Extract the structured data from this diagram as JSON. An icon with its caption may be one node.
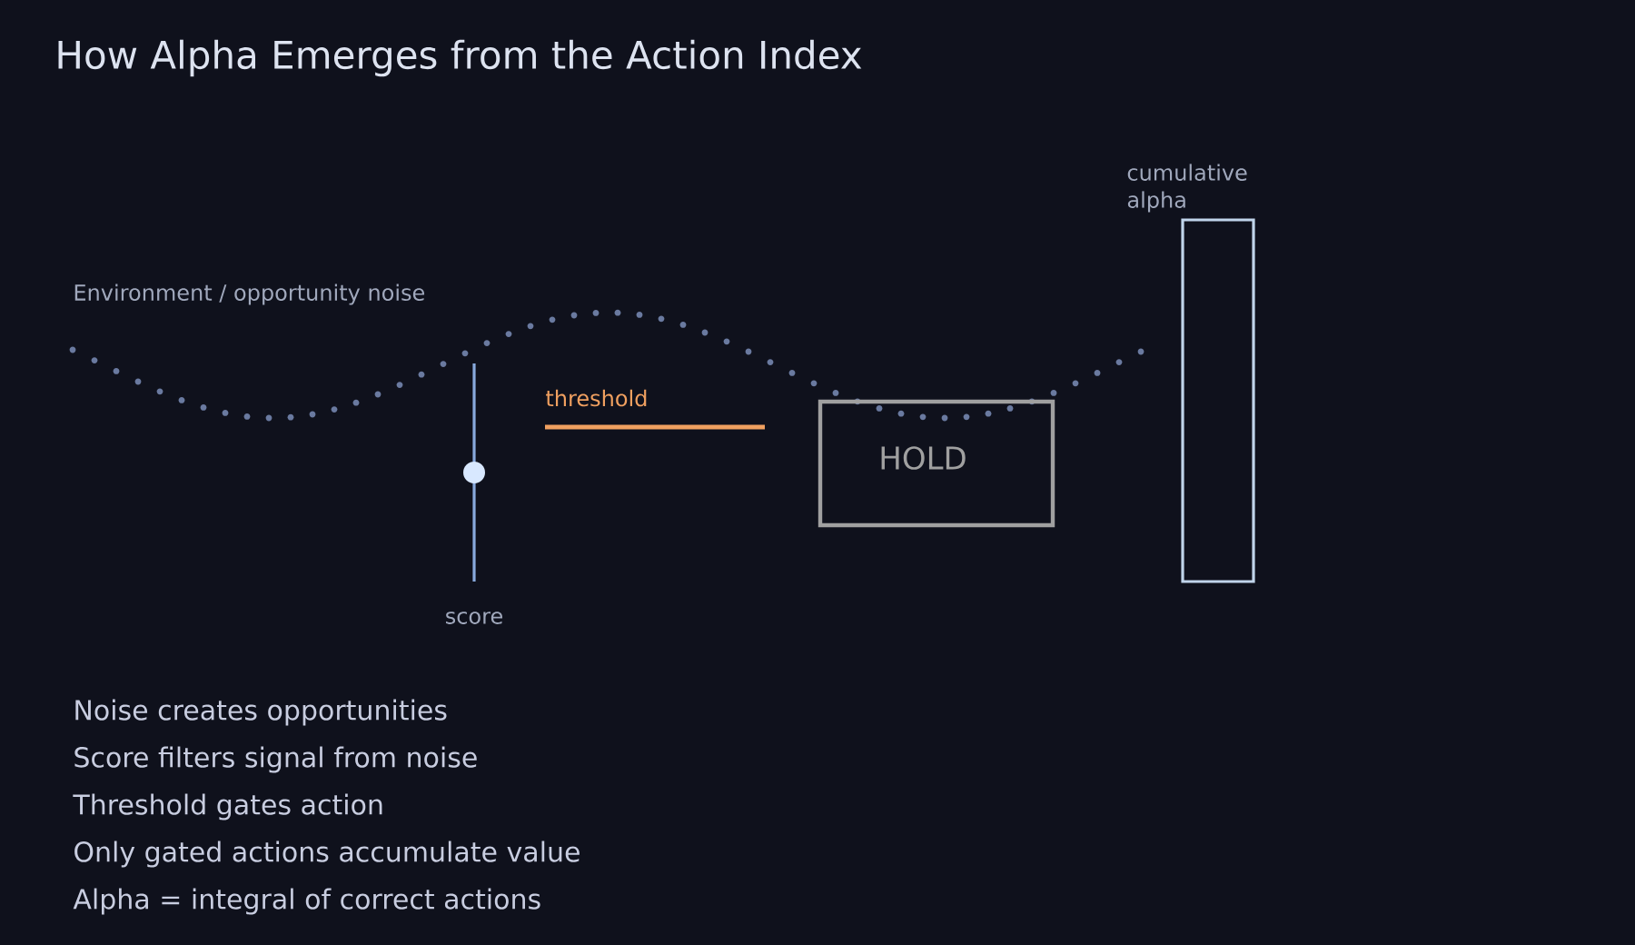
{
  "diagram": {
    "title": "How Alpha Emerges from the Action Index",
    "nodes": [
      {
        "text": [
          "HOLD"
        ]
      },
      {
        "text": [
          "cumulative alpha"
        ]
      }
    ],
    "edges": [],
    "labels": [
      "Environment / opportunity noise",
      "threshold",
      "score",
      "Noise creates opportunities",
      "Score filters signal from noise",
      "Threshold gates action",
      "Only gated actions accumulate value",
      "Alpha = integral of correct actions"
    ]
  }
}
